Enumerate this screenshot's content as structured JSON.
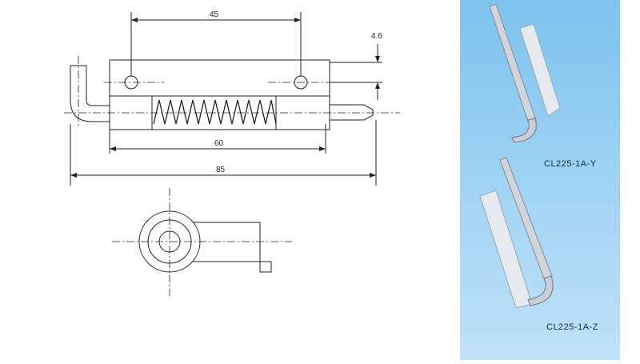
{
  "drawing": {
    "dimensions": {
      "hole_spacing": "45",
      "offset": "4.6",
      "plate_length": "60",
      "overall_length": "85"
    }
  },
  "products": [
    {
      "model": "CL225-1A-Y"
    },
    {
      "model": "CL225-1A-Z"
    }
  ],
  "colors": {
    "panel_background": "#8ccbf0",
    "line": "#222222"
  }
}
